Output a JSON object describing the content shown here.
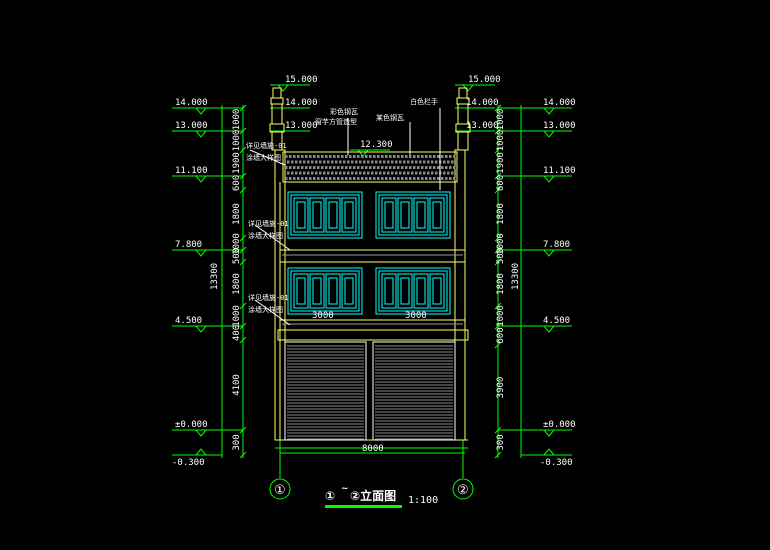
{
  "drawing": {
    "title_part1": "①",
    "title_tilde": "~",
    "title_part2": "②立面图",
    "scale": "1:100",
    "axis_left": "①",
    "axis_right": "②"
  },
  "levels": {
    "top_roof": "15.000",
    "parapet": "14.000",
    "roof": "13.000",
    "eave": "12.300",
    "floor3": "11.100",
    "floor2": "7.800",
    "floor1": "4.500",
    "ground": "±0.000",
    "outdoor": "-0.300"
  },
  "dims_left": [
    "1000",
    "1000",
    "1900",
    "600",
    "1800",
    "1000",
    "500",
    "1800",
    "1000",
    "400",
    "4100",
    "300"
  ],
  "dims_right": [
    "1000",
    "1000",
    "1900",
    "600",
    "1800",
    "1000",
    "500",
    "1800",
    "1000",
    "600",
    "3900",
    "300"
  ],
  "dim_total_left": "13300",
  "dim_total_right": "13300",
  "dims_horizontal": {
    "window_left": "3000",
    "window_right": "3000",
    "overall": "8000"
  },
  "annotations": {
    "top_a": "彩色钢瓦",
    "top_b": "窗芋方管造型",
    "top_c": "某色钢瓦",
    "top_d": "白色栏手",
    "left_a": "详见墙施-01",
    "left_b": "详见墙施-01",
    "left_c": "详见墙施-01",
    "left_a2": "涂墙大样图",
    "left_b2": "涂墙大样图",
    "left_c2": "涂墙大样图"
  },
  "colors": {
    "background": "#000000",
    "dimension": "#00ff00",
    "text": "#ffffff",
    "outline": "#ffff66",
    "window": "#00ffff"
  }
}
